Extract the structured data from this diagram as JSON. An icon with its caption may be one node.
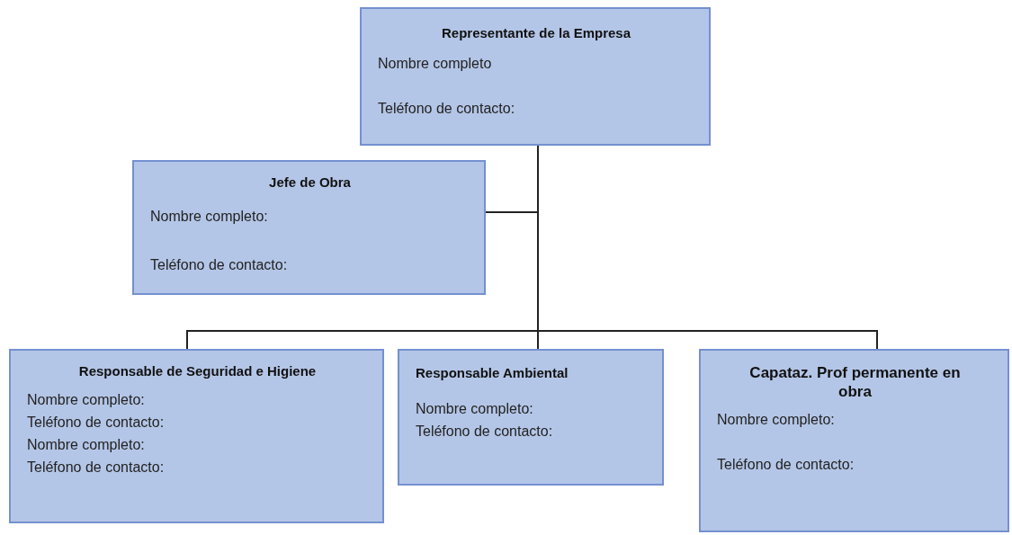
{
  "diagram": {
    "nodes": [
      {
        "text": [
          "Representante de la Empresa",
          "Nombre completo",
          "Teléfono de contacto:"
        ]
      },
      {
        "text": [
          "Jefe de Obra",
          "Nombre completo:",
          "Teléfono de contacto:"
        ]
      },
      {
        "text": [
          "Responsable de Seguridad e Higiene",
          "Nombre completo:",
          "Teléfono de contacto:",
          "Nombre completo:",
          "Teléfono de contacto:"
        ]
      },
      {
        "text": [
          "Responsable Ambiental",
          "Nombre completo:",
          "Teléfono de contacto:"
        ]
      },
      {
        "text": [
          "Capataz. Prof permanente en obra",
          "Nombre completo:",
          "Teléfono de contacto:"
        ]
      }
    ],
    "edges": [
      {
        "from": 0,
        "to": 1,
        "arrow": "none"
      },
      {
        "from": 0,
        "to": 2,
        "arrow": "none"
      },
      {
        "from": 0,
        "to": 3,
        "arrow": "none"
      },
      {
        "from": 0,
        "to": 4,
        "arrow": "none"
      }
    ]
  }
}
